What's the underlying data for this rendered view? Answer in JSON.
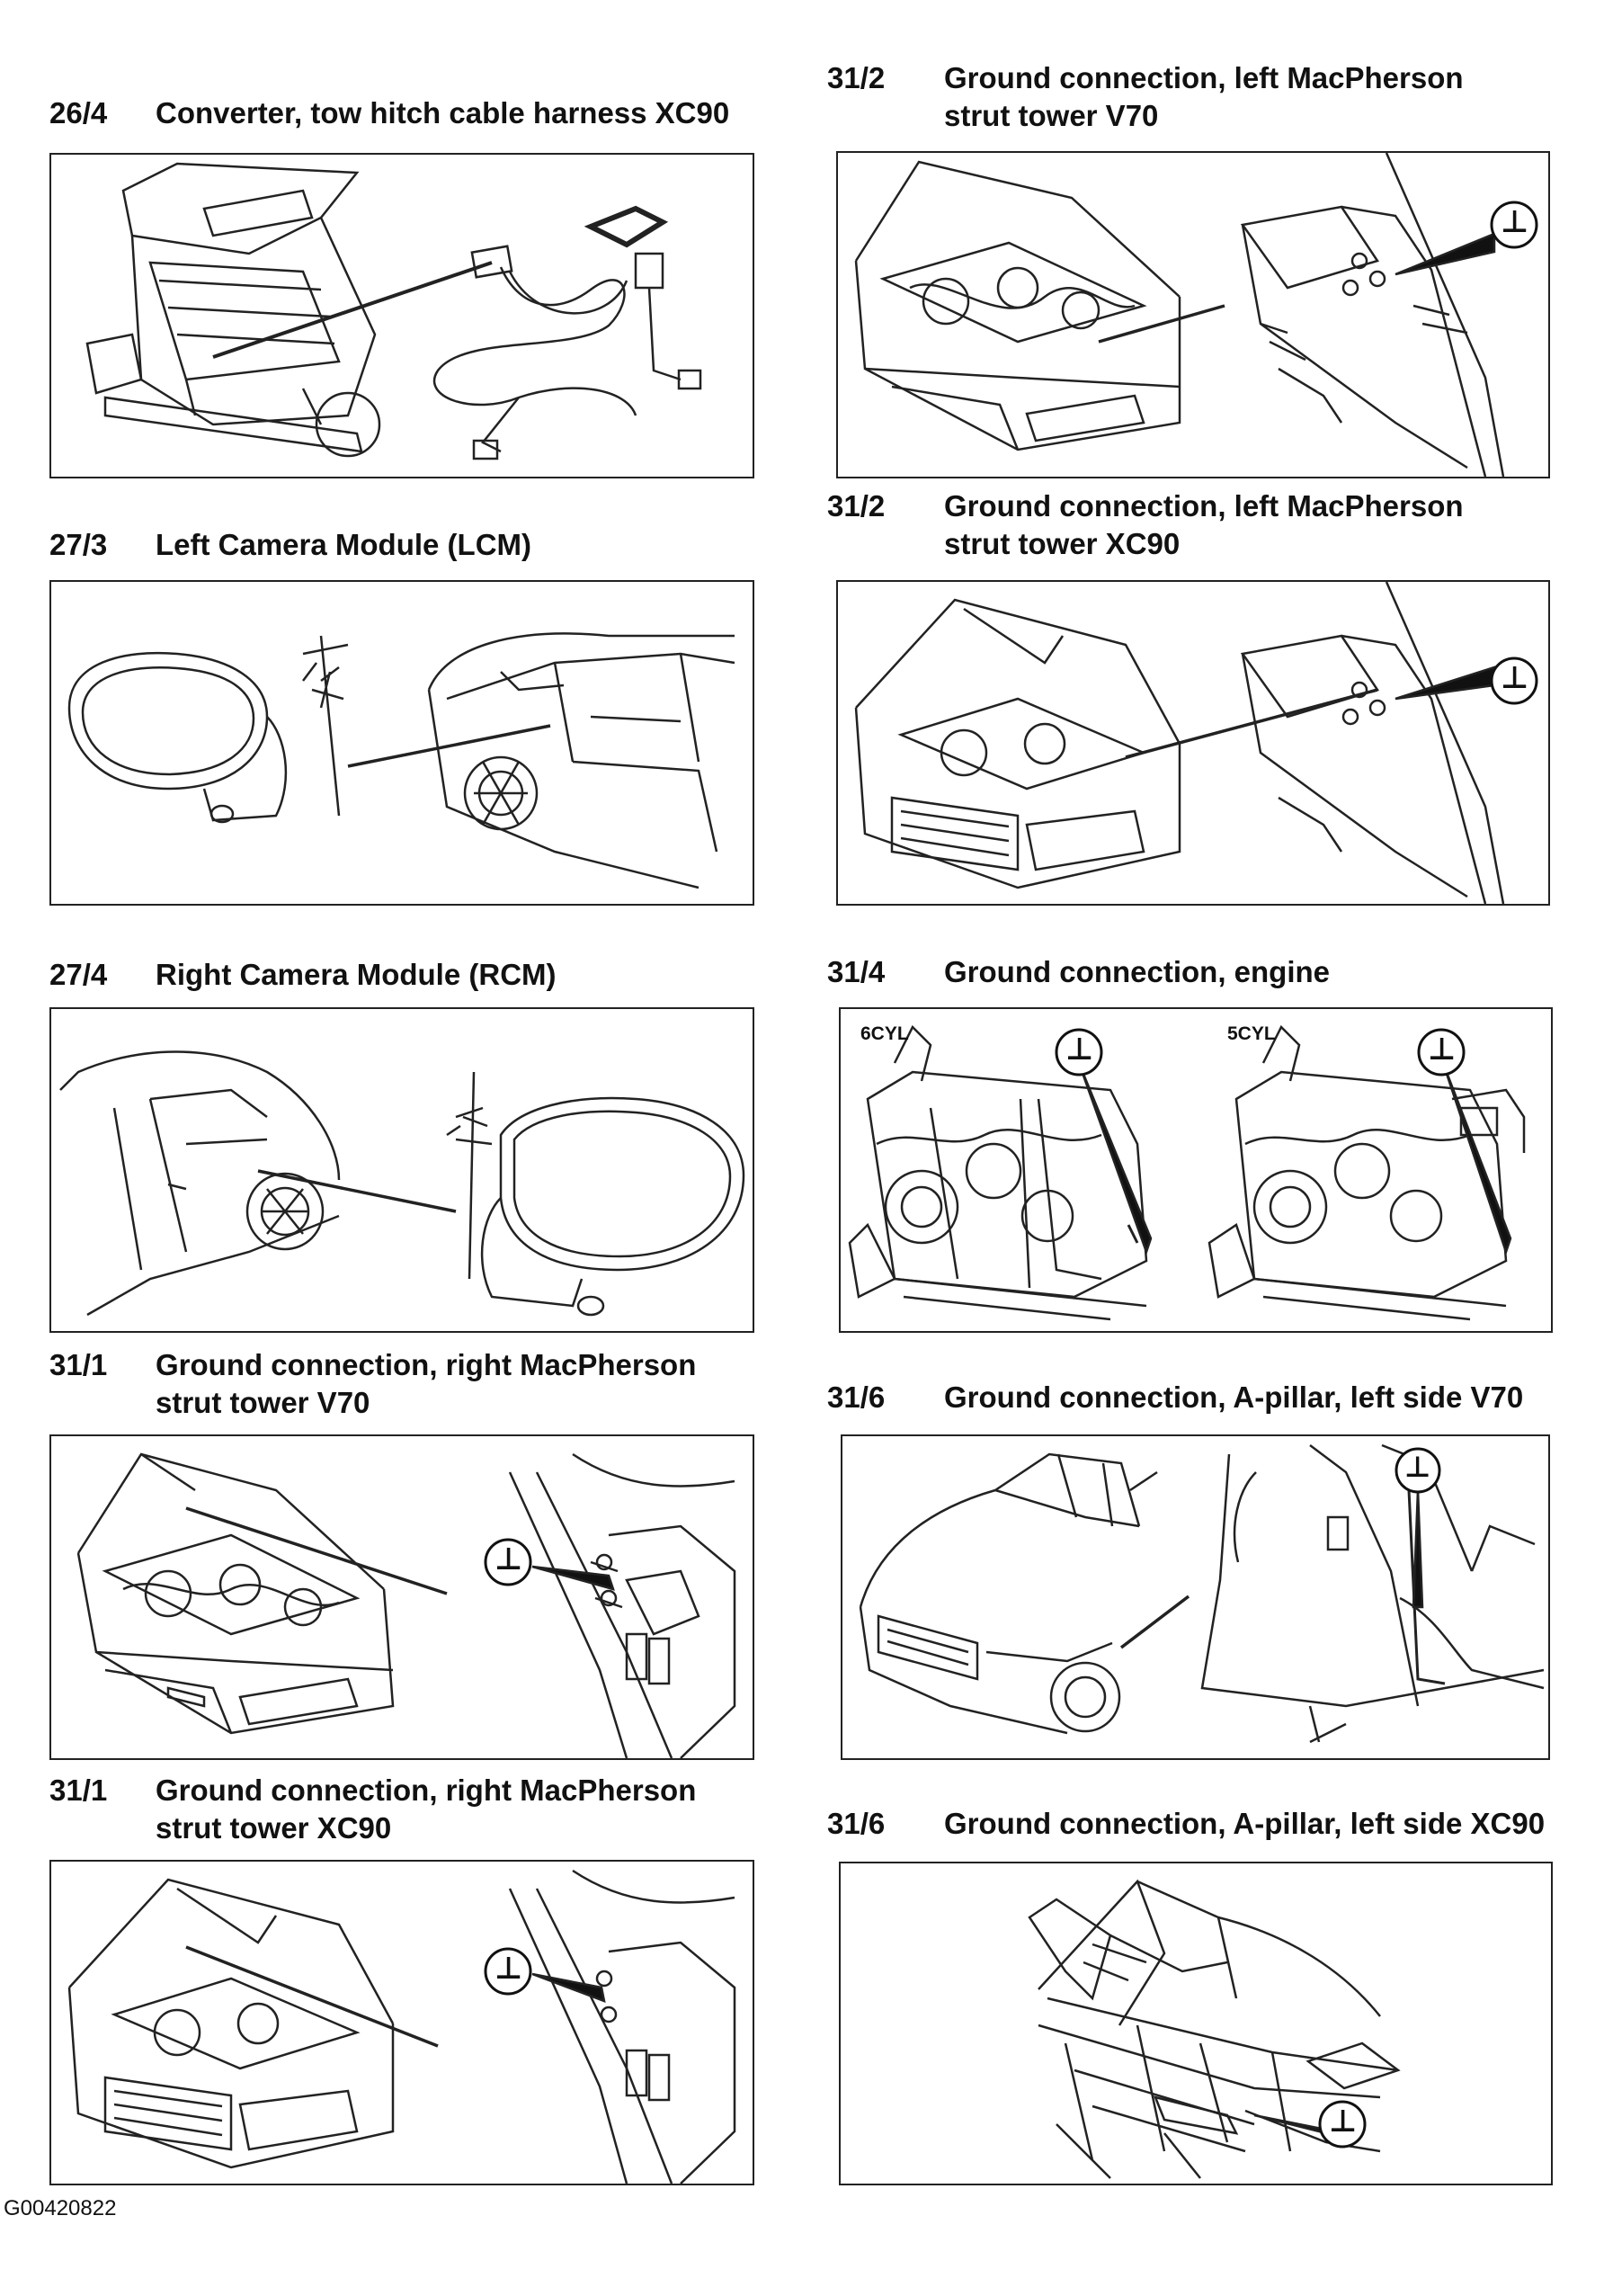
{
  "left_column": [
    {
      "code": "26/4",
      "title_lines": [
        "Converter, tow hitch cable harness XC90"
      ]
    },
    {
      "code": "27/3",
      "title_lines": [
        "Left Camera Module (LCM)"
      ]
    },
    {
      "code": "27/4",
      "title_lines": [
        "Right Camera Module (RCM)"
      ]
    },
    {
      "code": "31/1",
      "title_lines": [
        "Ground connection, right MacPherson",
        "strut tower V70"
      ]
    },
    {
      "code": "31/1",
      "title_lines": [
        "Ground connection, right MacPherson",
        "strut tower XC90"
      ]
    }
  ],
  "right_column": [
    {
      "code": "31/2",
      "title_lines": [
        "Ground connection, left MacPherson",
        "strut tower V70"
      ]
    },
    {
      "code": "31/2",
      "title_lines": [
        "Ground connection, left MacPherson",
        "strut tower XC90"
      ]
    },
    {
      "code": "31/4",
      "title_lines": [
        "Ground connection, engine"
      ],
      "sublabels": [
        "6CYL",
        "5CYL"
      ]
    },
    {
      "code": "31/6",
      "title_lines": [
        "Ground connection, A-pillar, left side V70"
      ]
    },
    {
      "code": "31/6",
      "title_lines": [
        "Ground connection, A-pillar, left side XC90"
      ]
    }
  ],
  "ground_symbol": "⊥",
  "figure_id": "G00420822",
  "colors": {
    "ink": "#111111",
    "line": "#222222",
    "background": "#ffffff"
  }
}
